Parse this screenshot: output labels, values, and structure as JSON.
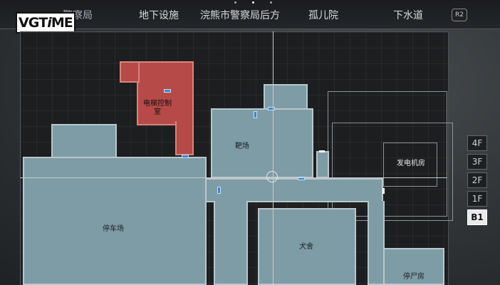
{
  "watermark": {
    "text": "VGTIME",
    "letters": [
      "V",
      "G",
      "T",
      "i",
      "M",
      "E"
    ]
  },
  "tabs": [
    {
      "label": "警察局"
    },
    {
      "label": "地下设施"
    },
    {
      "label": "浣熊市警察局后方"
    },
    {
      "label": "孤儿院"
    },
    {
      "label": "下水道"
    }
  ],
  "controls": {
    "r2": "R2"
  },
  "rooms": {
    "elevator_control": "电梯控制\n室",
    "shooting_range": "靶场",
    "garage": "停车场",
    "generator": "发电机房",
    "kennel": "犬舍",
    "morgue": "停尸房"
  },
  "floors": [
    "4F",
    "3F",
    "2F",
    "1F",
    "B1"
  ],
  "current_floor": "B1",
  "colors": {
    "room": "#7e9ca5",
    "room_red": "#b54a48",
    "door": "#3f87c5"
  }
}
